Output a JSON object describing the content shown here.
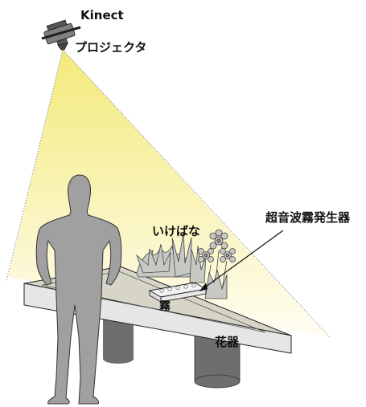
{
  "labels": {
    "kinect": "Kinect",
    "projector": "プロジェクタ",
    "ikebana": "いけばな",
    "ultrasonic": "超音波霧発生器",
    "fog": "霧",
    "vessel": "花器"
  },
  "colors": {
    "beam_top": "#f3ea7a",
    "beam_bottom": "#fffdf2",
    "table_top": "#d6d5c8",
    "table_side": "#e6e6e6",
    "person": "#a0a0a0",
    "legs": "#6e6e6e",
    "device": "#808080",
    "plants": "#c8c8c4"
  }
}
